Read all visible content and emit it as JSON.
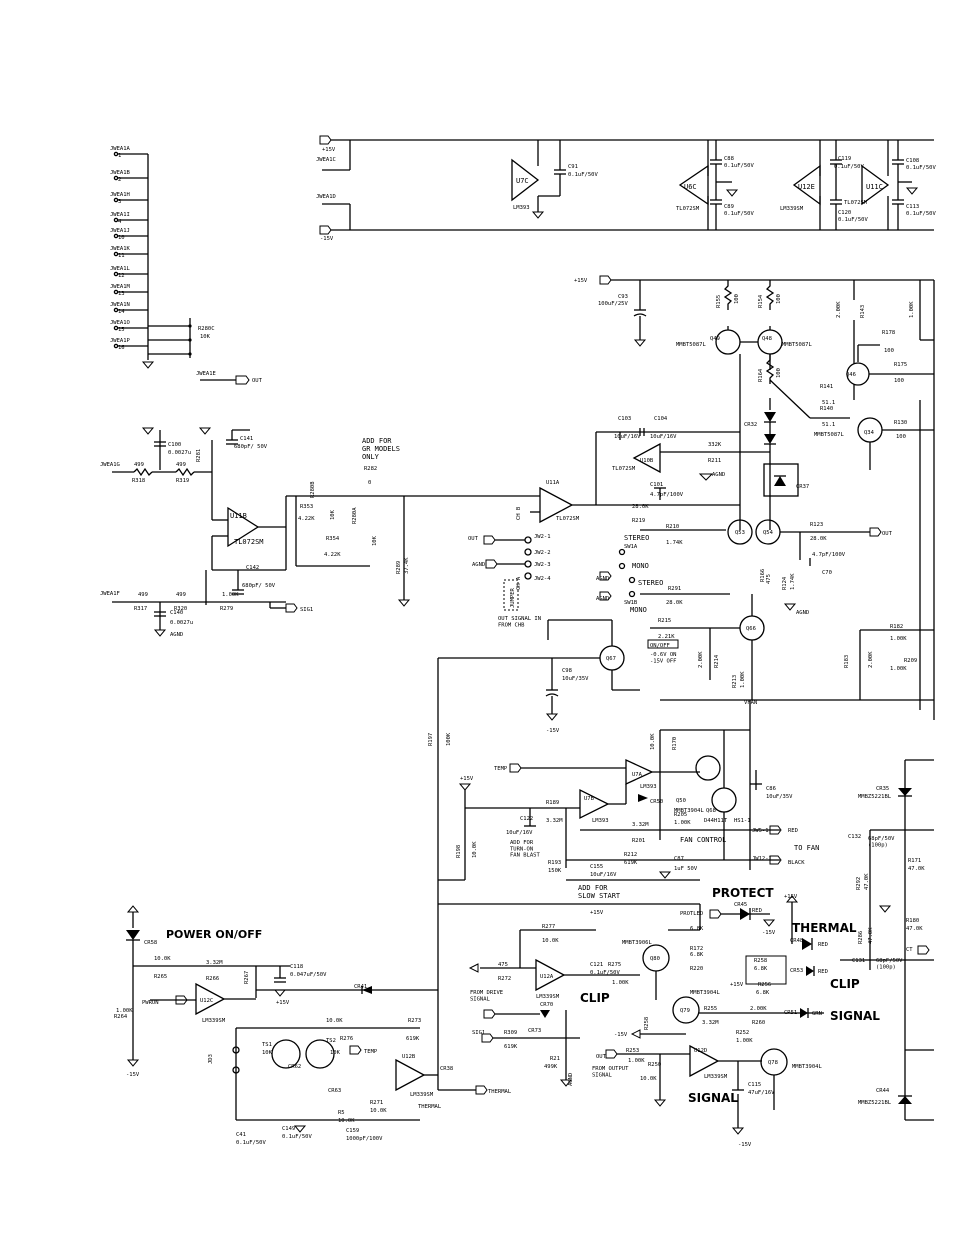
{
  "rail_labels": {
    "p15": "+15V",
    "m15": "-15V",
    "p15b": "+15V"
  },
  "jumpers": [
    "JWEA1A",
    "JWEA1B",
    "JWEA1H",
    "JWEA1I",
    "JWEA1J",
    "JWEA1K",
    "JWEA1L",
    "JWEA1M",
    "JWEA1N",
    "JWEA1O",
    "JWEA1P"
  ],
  "jumper_pins": [
    "1",
    "2",
    "3",
    "4",
    "10",
    "11",
    "12",
    "13",
    "14",
    "15",
    "16"
  ],
  "refs": {
    "r280c": "R280C",
    "r280c_v": "10K",
    "jwea1e": "JWEA1E",
    "out": "OUT",
    "jwea1c": "JWEA1C",
    "jwea1d": "JWEA1D",
    "jwea1g": "JWEA1G",
    "jwea1f": "JWEA1F",
    "u7c": "U7C",
    "lm393": "LM393",
    "c91": "C91",
    "c91v": "0.1uF/50V",
    "u6c": "U6C",
    "tl072": "TL072SM",
    "c88": "C88",
    "c88v": "0.1uF/50V",
    "c89": "C89",
    "c89v": "0.1uF/50V",
    "u12e": "U12E",
    "lm339": "LM339SM",
    "c119": "C119",
    "c119v": "0.1uF/50V",
    "c120": "C120",
    "c120v": "0.1uF/50V",
    "u11c": "U11C",
    "c108": "C108",
    "c108v": "0.1uF/50V",
    "c113": "C113",
    "c113v": "0.1uF/50V",
    "c93": "C93",
    "c93v": "100uF/25V",
    "r155": "R155",
    "r154": "R154",
    "v100": "100",
    "q49": "Q49",
    "q48": "Q48",
    "mmbt5087": "MMBT5087L",
    "r164": "R164",
    "r143": "R143",
    "v200k": "2.00K",
    "r178": "R178",
    "r175": "R175",
    "q46": "Q46",
    "r141": "R141",
    "r140": "R140",
    "v511": "51.1",
    "q34": "Q34",
    "r130": "R130",
    "cr32": "CR32",
    "cr37": "CR37",
    "v100k": "1.00K",
    "c100": "C100",
    "c100v": "0.0027u",
    "c141": "C141",
    "c141v": "680pF/ 50V",
    "r281": "R281",
    "v100kb": "1.00K",
    "r318": "R318",
    "r319": "R319",
    "v499": "499",
    "u11b": "U11B",
    "add_gr": "ADD FOR\nGR MODELS\nONLY",
    "r282": "R282",
    "v0": "0",
    "r353": "R353",
    "r280b": "R280B",
    "r280a": "R280A",
    "v422": "4.22K",
    "v10k": "10K",
    "r354": "R354",
    "r289": "R289",
    "v374": "37.4K",
    "c142": "C142",
    "c142v": "680pF/ 50V",
    "r317": "R317",
    "r320": "R320",
    "r279": "R279",
    "c140": "C140",
    "c140v": "0.0027u",
    "agnd": "AGND",
    "sig1": "SIG1",
    "c103": "C103",
    "c104": "C104",
    "c103v": "10uF/16V",
    "u11a": "U11A",
    "u10b": "U10B",
    "r211": "R211",
    "v332k": "332K",
    "r219": "R219",
    "v280": "28.0K",
    "c101": "C101",
    "c101v": "4.7pF/100V",
    "r210": "R210",
    "v174": "1.74K",
    "q53": "Q53",
    "q54": "Q54",
    "r123": "R123",
    "c70": "C70",
    "stereo": "STEREO",
    "mono": "MONO",
    "sw1a": "SW1A",
    "sw1b": "SW1B",
    "jw21": "JW2-1",
    "jw22": "JW2-2",
    "jw23": "JW2-3",
    "jw24": "JW2-4",
    "jumper": "JUMPER",
    "ch_a": "CH A",
    "ch_b": "CH B",
    "out_sig": "OUT SIGNAL IN\nFROM CHB",
    "r291": "R291",
    "r166": "R166",
    "r124": "R124",
    "v475": "475",
    "r215": "R215",
    "v221": "2.21K",
    "onoff": "ON/OFF",
    "onoff_v": "-0.6V ON\n-15V OFF",
    "q66": "Q66",
    "q67": "Q67",
    "r214": "R214",
    "r213": "R213",
    "r182": "R182",
    "r183": "R183",
    "r209": "R209",
    "c98": "C98",
    "c98v": "10uF/35V",
    "vfan": "VFAN",
    "r197": "R197",
    "v100kc": "100K",
    "temp": "TEMP",
    "r170": "R170",
    "u7a": "U7A",
    "cr50": "CR50",
    "q50": "Q50",
    "mmbt3904": "MMBT3904L",
    "q68": "Q68",
    "d44h": "D44H11T",
    "hs1": "HS1-1",
    "c86": "C86",
    "c86v": "10uF/35V",
    "u7b": "U7B",
    "r189": "R189",
    "v332m": "3.32M",
    "c122": "C122",
    "c122v": "10uF/16V",
    "add_fan": "ADD FOR\nTURN-ON\nFAN BLAST",
    "r205": "R205",
    "r201": "R201",
    "fan_ctrl": "FAN CONTROL",
    "jw5": "JW5-1",
    "jw12": "JW12-1",
    "red": "RED",
    "black": "BLACK",
    "to_fan": "TO FAN",
    "r198": "R198",
    "v10k2": "10.0K",
    "r193": "R193",
    "v150k": "150K",
    "c155": "C155",
    "c155v": "10uF/16V",
    "r212": "R212",
    "v619": "619K",
    "c87": "C87",
    "c87v": "1uF 50V",
    "add_slow": "ADD FOR\nSLOW START",
    "protect": "PROTECT",
    "protled": "PROTLED",
    "cr45": "CR45",
    "thermal": "THERMAL",
    "cr48": "CR48",
    "clip": "CLIP",
    "cr53": "CR53",
    "signal": "SIGNAL",
    "grn": "GRN",
    "cr51": "CR51",
    "power_onoff": "POWER ON/OFF",
    "cr58": "CR58",
    "r265": "R265",
    "r266": "R266",
    "r267": "R267",
    "c118": "C118",
    "c118v": "0.047uF/50V",
    "pwron": "PWRON",
    "u12c": "U12C",
    "r264": "R264",
    "cr41": "CR41",
    "ts1": "TS1",
    "ts2": "TS2",
    "cr62": "CR62",
    "cr63": "CR63",
    "r276": "R276",
    "r273": "R273",
    "u12b": "U12B",
    "cr38": "CR38",
    "r271": "R271",
    "r5": "R5",
    "c41": "C41",
    "c149": "C149",
    "c159": "C159",
    "c159v": "1000pF/100V",
    "r277": "R277",
    "u12a": "U12A",
    "c121": "C121",
    "r275": "R275",
    "q80": "Q80",
    "mmbt3906": "MMBT3906L",
    "r272": "R272",
    "from_drive": "FROM DRIVE\nSIGNAL",
    "cr70": "CR70",
    "cr73": "CR73",
    "r309": "R309",
    "r21": "R21",
    "v499k": "499K",
    "from_out": "FROM OUTPUT\nSIGNAL",
    "r253": "R253",
    "r250": "R250",
    "u12d": "U12D",
    "q78": "Q78",
    "c115": "C115",
    "c115v": "47uF/16V",
    "r172": "R172",
    "v68k": "6.8K",
    "r220": "R220",
    "r258": "R258",
    "r256": "R256",
    "q79": "Q79",
    "r255": "R255",
    "r260": "R260",
    "r252": "R252",
    "cr35": "CR35",
    "mmbz": "MMBZ5221BL",
    "c132": "C132",
    "c132v": "68pF/50V\n(100p)",
    "r171": "R171",
    "v47k": "47.0K",
    "r292": "R292",
    "r180": "R180",
    "r286": "R286",
    "c131": "C131",
    "cr44": "CR44",
    "ct": "CT",
    "mmbz2": "MMBZ5221BL",
    "jd3": "JD3"
  }
}
